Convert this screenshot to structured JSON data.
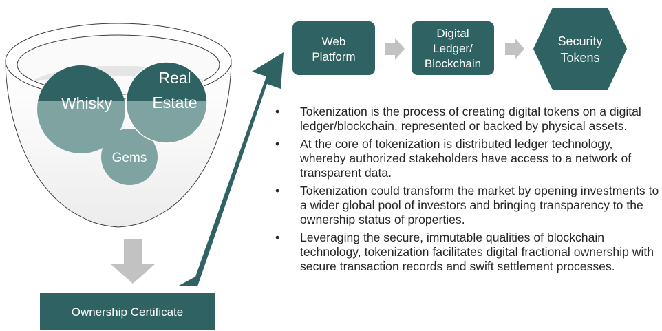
{
  "funnel": {
    "items": {
      "whisky": "Whisky",
      "real_estate_line1": "Real",
      "real_estate_line2": "Estate",
      "gems": "Gems"
    }
  },
  "certificate": {
    "label": "Ownership Certificate"
  },
  "flow": {
    "web_platform": [
      "Web",
      "Platform"
    ],
    "ledger": [
      "Digital",
      "Ledger/",
      "Blockchain"
    ],
    "tokens": [
      "Security",
      "Tokens"
    ]
  },
  "bullets": [
    "Tokenization is the process of creating digital tokens on a digital ledger/blockchain, represented or backed by physical assets.",
    "At the core of tokenization is distributed ledger technology, whereby authorized stakeholders have access to a network of transparent data.",
    "Tokenization could transform the market by opening investments to a wider global pool of investors and bringing transparency to the ownership status of properties.",
    "Leveraging the secure, immutable qualities of blockchain technology, tokenization facilitates digital fractional ownership with secure transaction records and swift settlement processes."
  ],
  "colors": {
    "dark_teal": "#2f6262",
    "mid_teal": "#5e8e8c",
    "light_teal": "#7fa3a1",
    "grey_arrow": "#c2c2c2",
    "funnel_outline": "#3b3b3b"
  },
  "icons": {
    "down_arrow": "down-arrow-icon",
    "up_arrow": "diagonal-up-arrow-icon",
    "flow_arrow": "right-chevron-arrow-icon"
  }
}
